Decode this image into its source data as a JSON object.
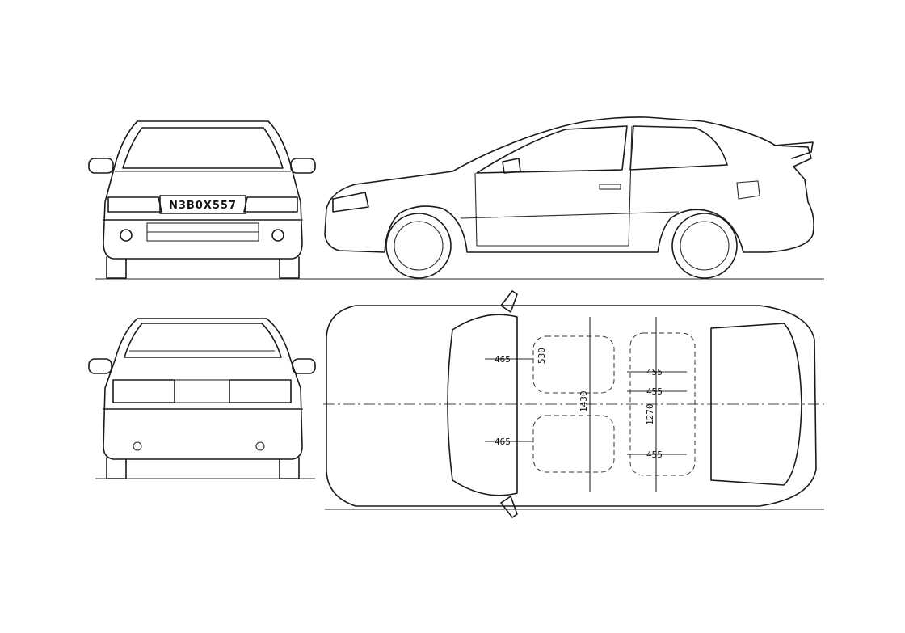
{
  "front_view": {
    "plate_text": "N3B0X557"
  },
  "top_view": {
    "dimensions": {
      "front_seat_depth_upper": "465",
      "front_seat_depth_lower": "465",
      "front_seat_width": "530",
      "rear_seat_width_upper": "455",
      "rear_seat_width_mid": "455",
      "rear_seat_width_lower": "455",
      "front_shoulder_room": "1430",
      "rear_shoulder_room": "1270"
    }
  }
}
